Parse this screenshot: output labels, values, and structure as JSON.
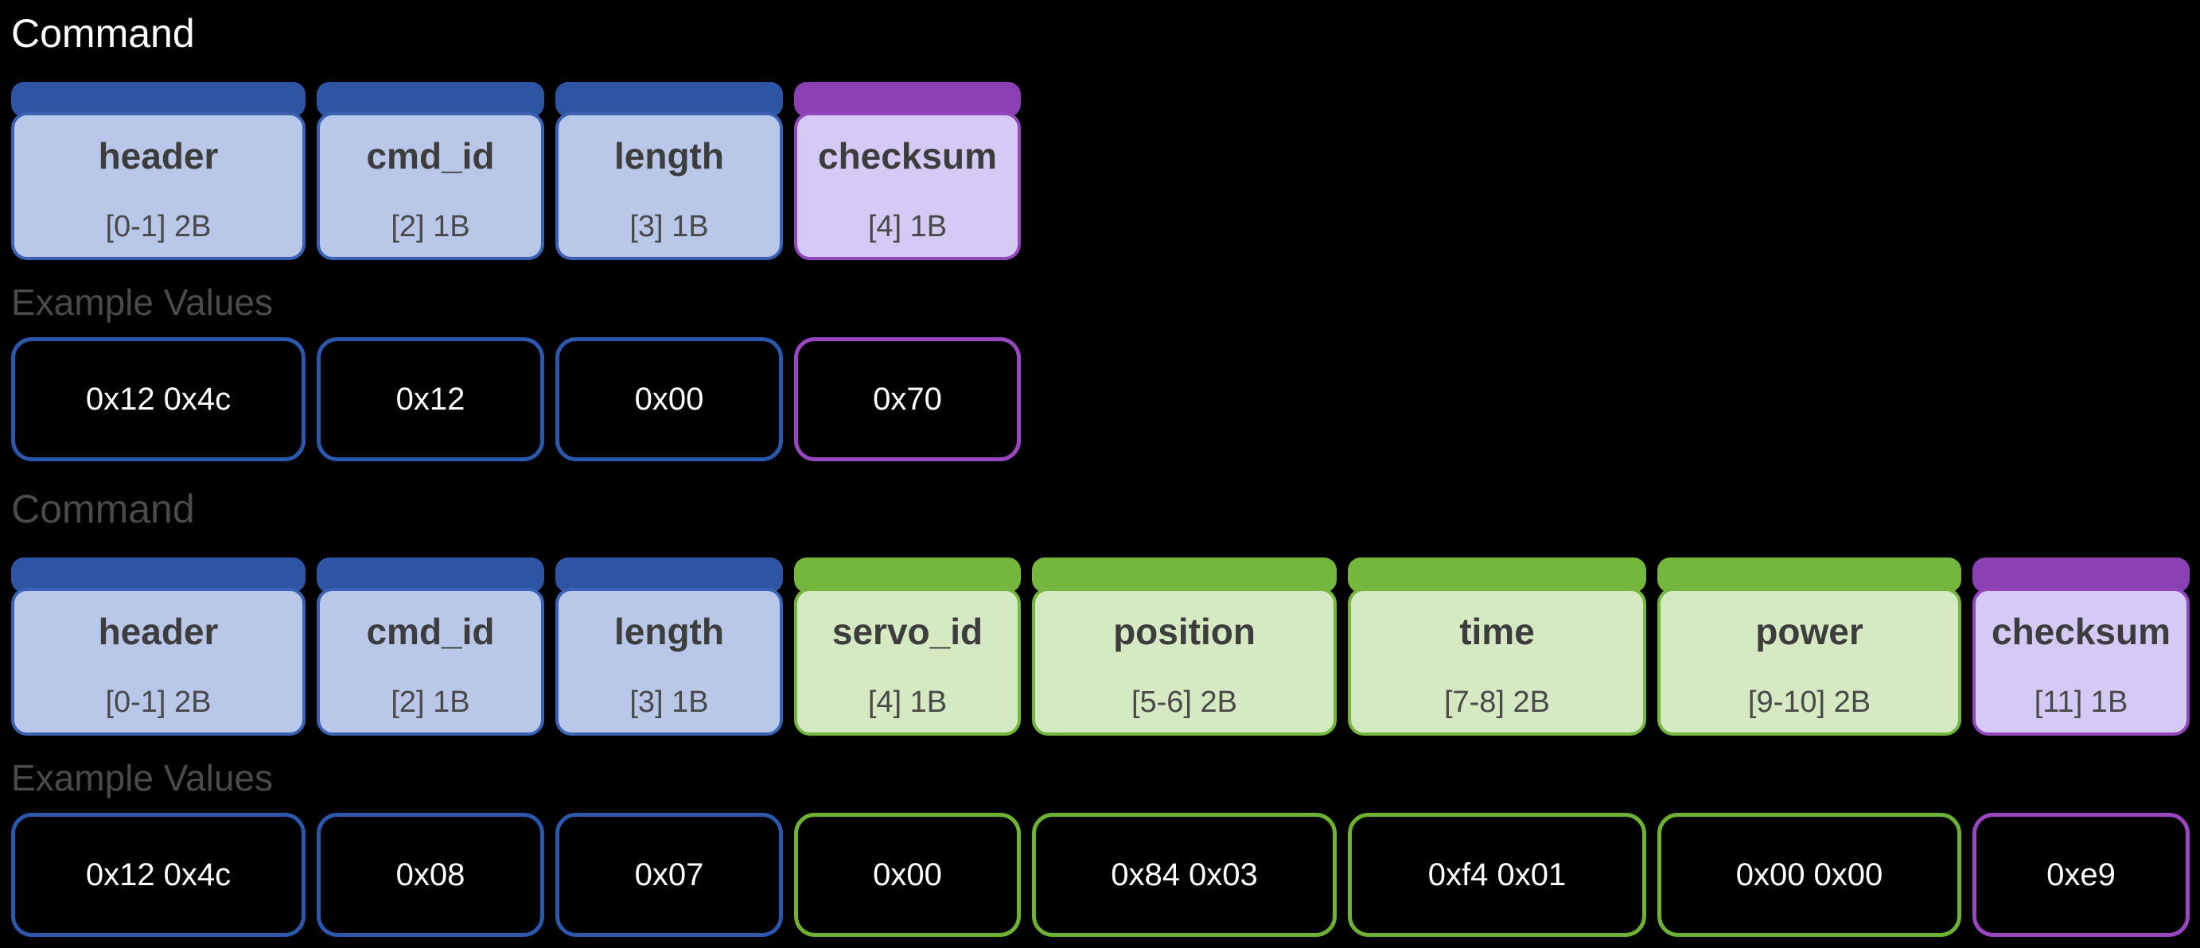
{
  "palette": {
    "background": "#000000",
    "blue": {
      "cap": "#2e55a3",
      "body": "#b9c7e9",
      "border": "#3a62b4",
      "value_border": "#2b57ad"
    },
    "green": {
      "cap": "#75b73d",
      "body": "#d5e9c2",
      "border": "#74b73c",
      "value_border": "#6db232"
    },
    "purple": {
      "cap": "#8a3fb3",
      "body": "#d5caf5",
      "border": "#9447bd",
      "value_border": "#9a46c0"
    },
    "field_name_text": "#3d3d3d",
    "field_bytes_text": "#494949",
    "title_first": "#ffffff",
    "title_gray": "#4a4a4a",
    "value_text": "#ffffff"
  },
  "sections": [
    {
      "title": "Command",
      "example_label": "Example Values",
      "fields": [
        {
          "name": "header",
          "bytes": "[0-1] 2B",
          "scheme": "blue"
        },
        {
          "name": "cmd_id",
          "bytes": "[2] 1B",
          "scheme": "blue"
        },
        {
          "name": "length",
          "bytes": "[3] 1B",
          "scheme": "blue"
        },
        {
          "name": "checksum",
          "bytes": "[4] 1B",
          "scheme": "purple"
        }
      ],
      "examples": [
        {
          "value": "0x12 0x4c",
          "scheme": "blue"
        },
        {
          "value": "0x12",
          "scheme": "blue"
        },
        {
          "value": "0x00",
          "scheme": "blue"
        },
        {
          "value": "0x70",
          "scheme": "purple"
        }
      ]
    },
    {
      "title": "Command",
      "example_label": "Example Values",
      "fields": [
        {
          "name": "header",
          "bytes": "[0-1] 2B",
          "scheme": "blue"
        },
        {
          "name": "cmd_id",
          "bytes": "[2] 1B",
          "scheme": "blue"
        },
        {
          "name": "length",
          "bytes": "[3] 1B",
          "scheme": "blue"
        },
        {
          "name": "servo_id",
          "bytes": "[4] 1B",
          "scheme": "green"
        },
        {
          "name": "position",
          "bytes": "[5-6] 2B",
          "scheme": "green"
        },
        {
          "name": "time",
          "bytes": "[7-8] 2B",
          "scheme": "green"
        },
        {
          "name": "power",
          "bytes": "[9-10] 2B",
          "scheme": "green"
        },
        {
          "name": "checksum",
          "bytes": "[11] 1B",
          "scheme": "purple"
        }
      ],
      "examples": [
        {
          "value": "0x12 0x4c",
          "scheme": "blue"
        },
        {
          "value": "0x08",
          "scheme": "blue"
        },
        {
          "value": "0x07",
          "scheme": "blue"
        },
        {
          "value": "0x00",
          "scheme": "green"
        },
        {
          "value": "0x84 0x03",
          "scheme": "green"
        },
        {
          "value": "0xf4 0x01",
          "scheme": "green"
        },
        {
          "value": "0x00 0x00",
          "scheme": "green"
        },
        {
          "value": "0xe9",
          "scheme": "purple"
        }
      ]
    }
  ]
}
